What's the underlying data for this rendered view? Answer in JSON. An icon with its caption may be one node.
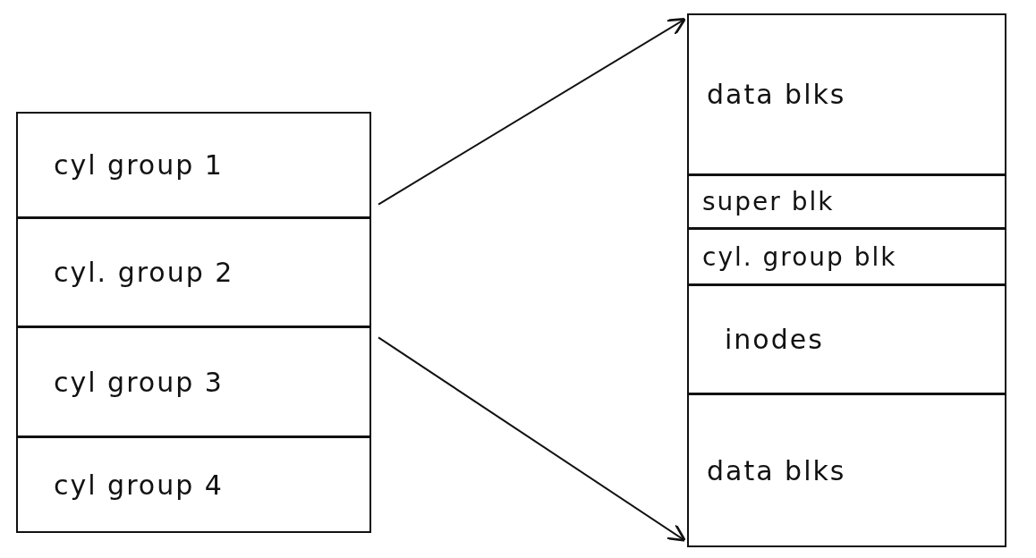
{
  "diagram": {
    "nodes": [
      {
        "text": [
          "cyl group 1"
        ]
      },
      {
        "text": [
          "cyl. group 2"
        ]
      },
      {
        "text": [
          "cyl group 3"
        ]
      },
      {
        "text": [
          "cyl group 4"
        ]
      },
      {
        "text": [
          "data blks"
        ]
      },
      {
        "text": [
          "super blk"
        ]
      },
      {
        "text": [
          "cyl. group blk"
        ]
      },
      {
        "text": [
          "inodes"
        ]
      },
      {
        "text": [
          "data blks"
        ]
      }
    ],
    "edges": [
      {
        "from": 0,
        "to": 4,
        "arrow": "to"
      },
      {
        "from": 2,
        "to": 8,
        "arrow": "to"
      }
    ]
  }
}
